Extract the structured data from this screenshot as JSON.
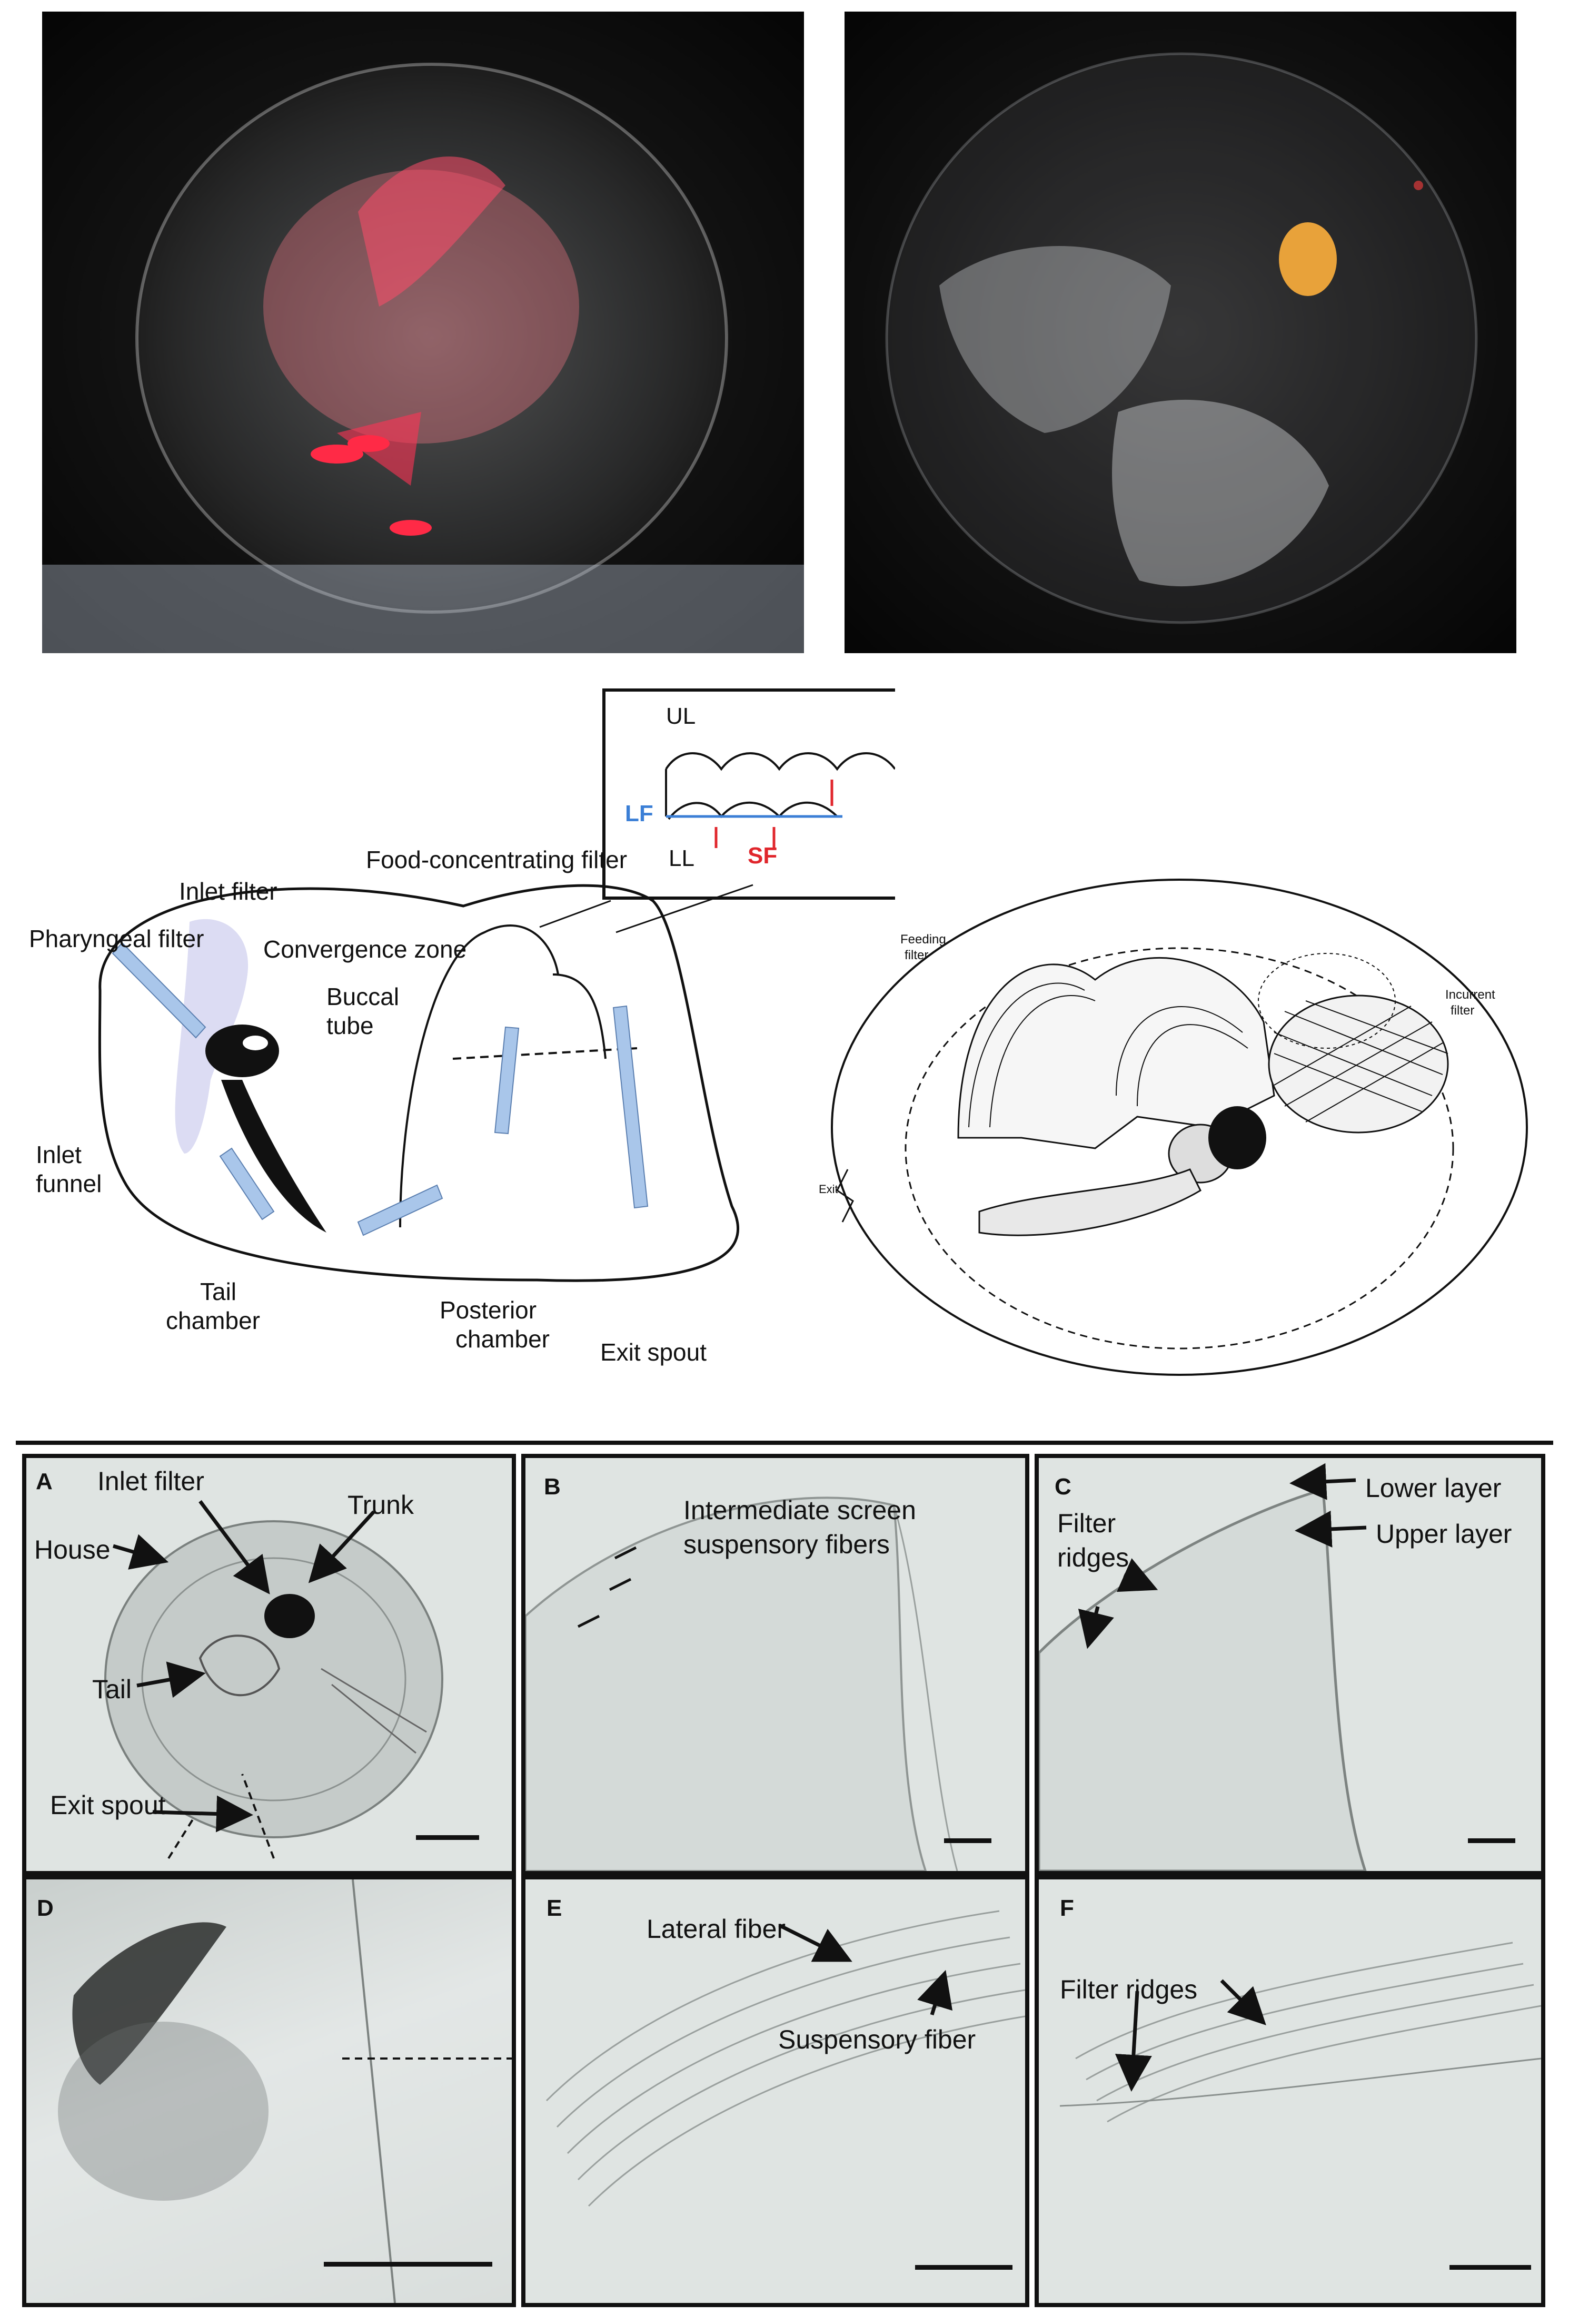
{
  "top_photos": {
    "left_desc_icon": "house-photo-red-icon",
    "right_desc_icon": "house-photo-filter-icon"
  },
  "schematic": {
    "inset": {
      "ul": "UL",
      "lf": "LF",
      "ll": "LL",
      "sf": "SF"
    },
    "labels": {
      "food_filter": "Food-concentrating filter",
      "inlet_filter": "Inlet filter",
      "pharyngeal_filter": "Pharyngeal filter",
      "convergence_zone": "Convergence zone",
      "buccal": "Buccal",
      "tube": "tube",
      "inlet": "Inlet",
      "funnel": "funnel",
      "tail": "Tail",
      "chamber": "chamber",
      "posterior": "Posterior",
      "posterior_chamber": "chamber",
      "exit_spout": "Exit  spout"
    }
  },
  "drawing": {
    "feeding": "Feeding",
    "filter": "filter",
    "incurrent": "Incurrent",
    "incurrent_filter": "filter",
    "exit": "Exit"
  },
  "micro": {
    "A": {
      "letter": "A",
      "inlet_filter": "Inlet filter",
      "trunk": "Trunk",
      "house": "House",
      "tail": "Tail",
      "exit_spout": "Exit spout"
    },
    "B": {
      "letter": "B",
      "line1": "Intermediate screen",
      "line2": "suspensory fibers"
    },
    "C": {
      "letter": "C",
      "lower_layer": "Lower layer",
      "filter": "Filter",
      "ridges": "ridges",
      "upper_layer": "Upper layer"
    },
    "D": {
      "letter": "D"
    },
    "E": {
      "letter": "E",
      "lateral_fiber": "Lateral fiber",
      "suspensory_fiber": "Suspensory fiber"
    },
    "F": {
      "letter": "F",
      "filter_ridges": "Filter ridges"
    }
  },
  "colors": {
    "arrow_blue": "#a9c6ea",
    "filter_lavender": "#dcdcf3",
    "inset_blue": "#3b7fd6",
    "inset_red": "#e0262c"
  }
}
